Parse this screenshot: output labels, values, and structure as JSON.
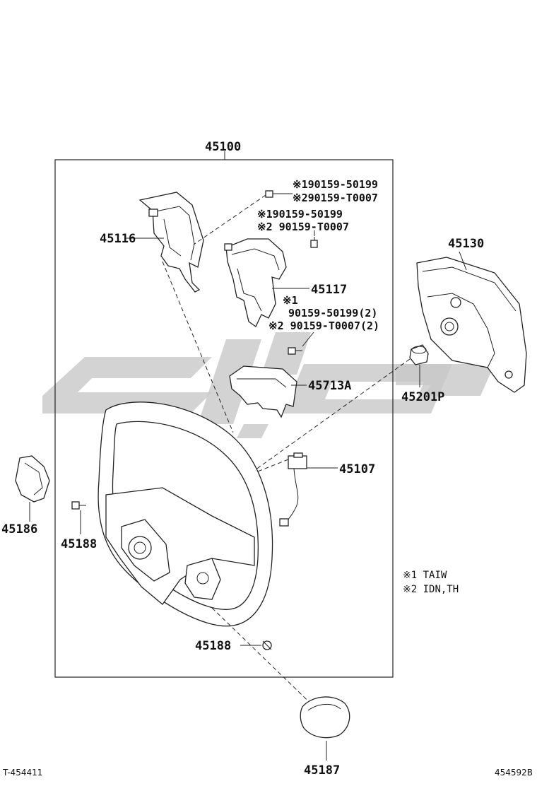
{
  "labels": {
    "assembly": "45100",
    "p45116": "45116",
    "p45117": "45117",
    "p45130": "45130",
    "p45713a": "45713A",
    "p45201p": "45201P",
    "p45107": "45107",
    "p45186": "45186",
    "p45188_left": "45188",
    "p45188_bottom": "45188",
    "p45187": "45187"
  },
  "bolt_notes": {
    "top_1": "※190159-50199",
    "top_2": "※290159-T0007",
    "mid_1": "※190159-50199",
    "mid_2": "※2 90159-T0007",
    "low_1": "※1",
    "low_2": "90159-50199(2)",
    "low_3": "※2 90159-T0007(2)"
  },
  "legend": {
    "note1": "※1  TAIW",
    "note2": "※2  IDN,TH"
  },
  "footer": {
    "left_code": "T-454411",
    "right_code": "454592B"
  }
}
